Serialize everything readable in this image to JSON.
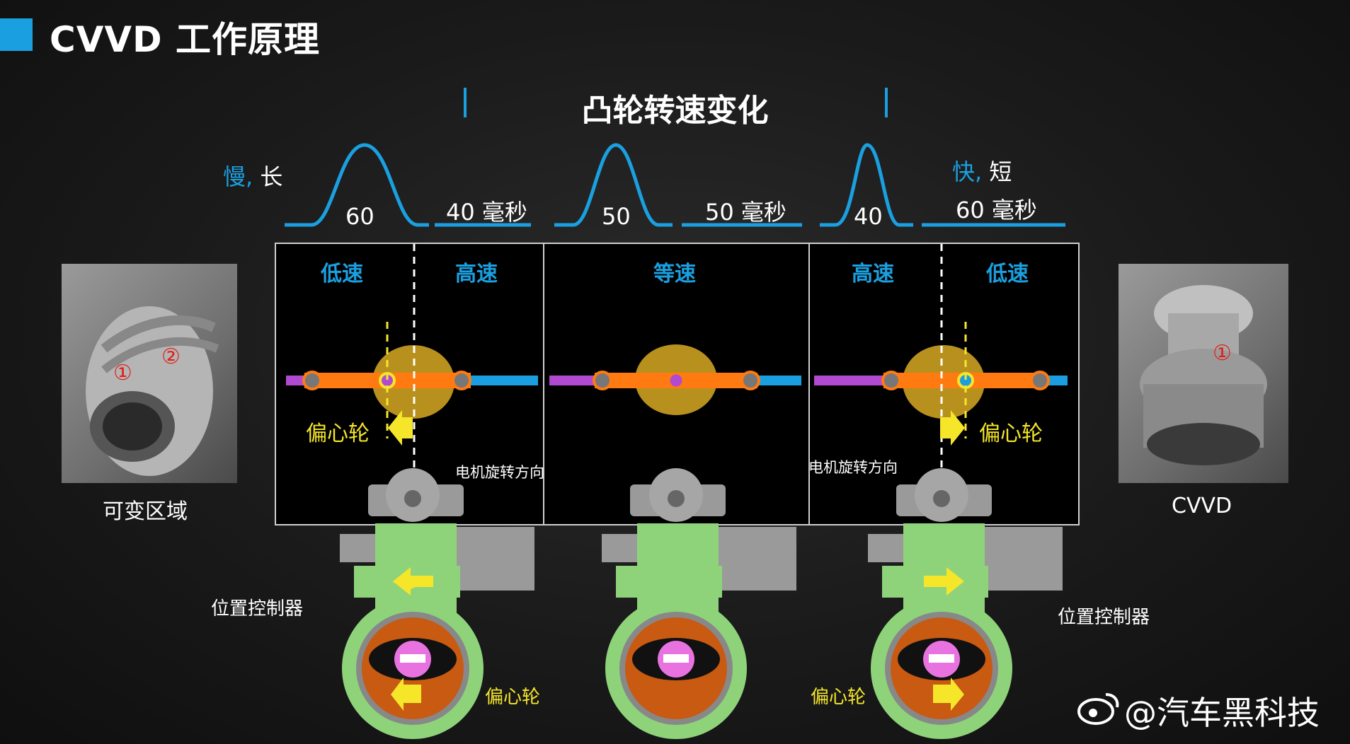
{
  "header": {
    "title": "CVVD 工作原理"
  },
  "diagram": {
    "subtitle": "凸轮转速变化",
    "left_caption": {
      "blue": "慢,",
      "white": "长"
    },
    "right_caption": {
      "blue": "快,",
      "white": "短"
    },
    "cam_numbers": [
      "60",
      "50",
      "40"
    ],
    "durations": [
      "40 毫秒",
      "50 毫秒",
      "60 毫秒"
    ],
    "panels": [
      {
        "speed_left": "低速",
        "speed_right": "高速",
        "label": "偏心轮"
      },
      {
        "speed_center": "等速"
      },
      {
        "speed_left": "高速",
        "speed_right": "低速",
        "label": "偏心轮"
      }
    ],
    "motor_direction": "电机旋转方向",
    "position_controller": "位置控制器",
    "eccentric": "偏心轮",
    "photo_left_caption": "可变区域",
    "photo_right_caption": "CVVD",
    "markers": {
      "one": "①",
      "two": "②"
    },
    "watermark": "@汽车黑科技"
  },
  "colors": {
    "accent": "#1aa0e0",
    "orange": "#ff7a10",
    "purple": "#b04ad0",
    "yellow": "#f5e62a",
    "green": "#8ed37a",
    "cam": "#b8901e"
  }
}
